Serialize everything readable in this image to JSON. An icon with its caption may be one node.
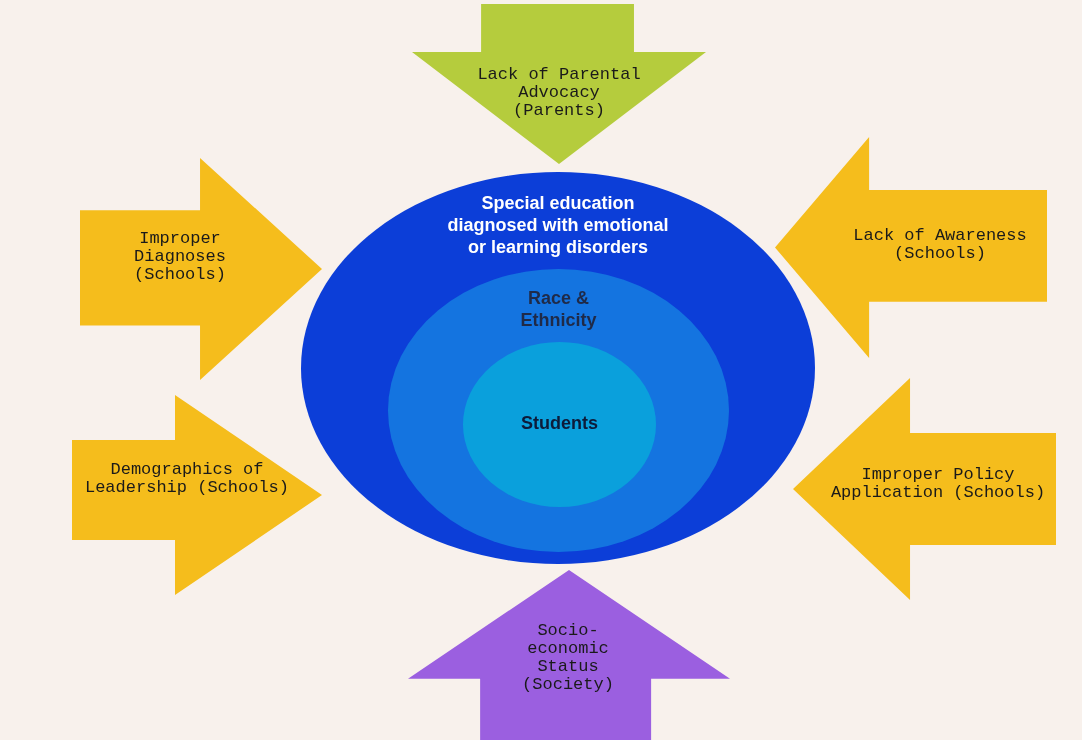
{
  "diagram": {
    "nodes": [
      {
        "text": [
          "Special education diagnosed with emotional or learning disorders"
        ]
      },
      {
        "text": [
          "Race & Ethnicity"
        ],
        "in": 0
      },
      {
        "text": [
          "Students"
        ],
        "in": 1
      },
      {
        "text": [
          "Lack of Parental Advocacy (Parents)"
        ]
      },
      {
        "text": [
          "Improper Diagnoses (Schools)"
        ]
      },
      {
        "text": [
          "Lack of Awareness (Schools)"
        ]
      },
      {
        "text": [
          "Demographics of Leadership (Schools)"
        ]
      },
      {
        "text": [
          "Improper Policy Application (Schools)"
        ]
      },
      {
        "text": [
          "Socio-economic Status (Society)"
        ]
      }
    ]
  }
}
